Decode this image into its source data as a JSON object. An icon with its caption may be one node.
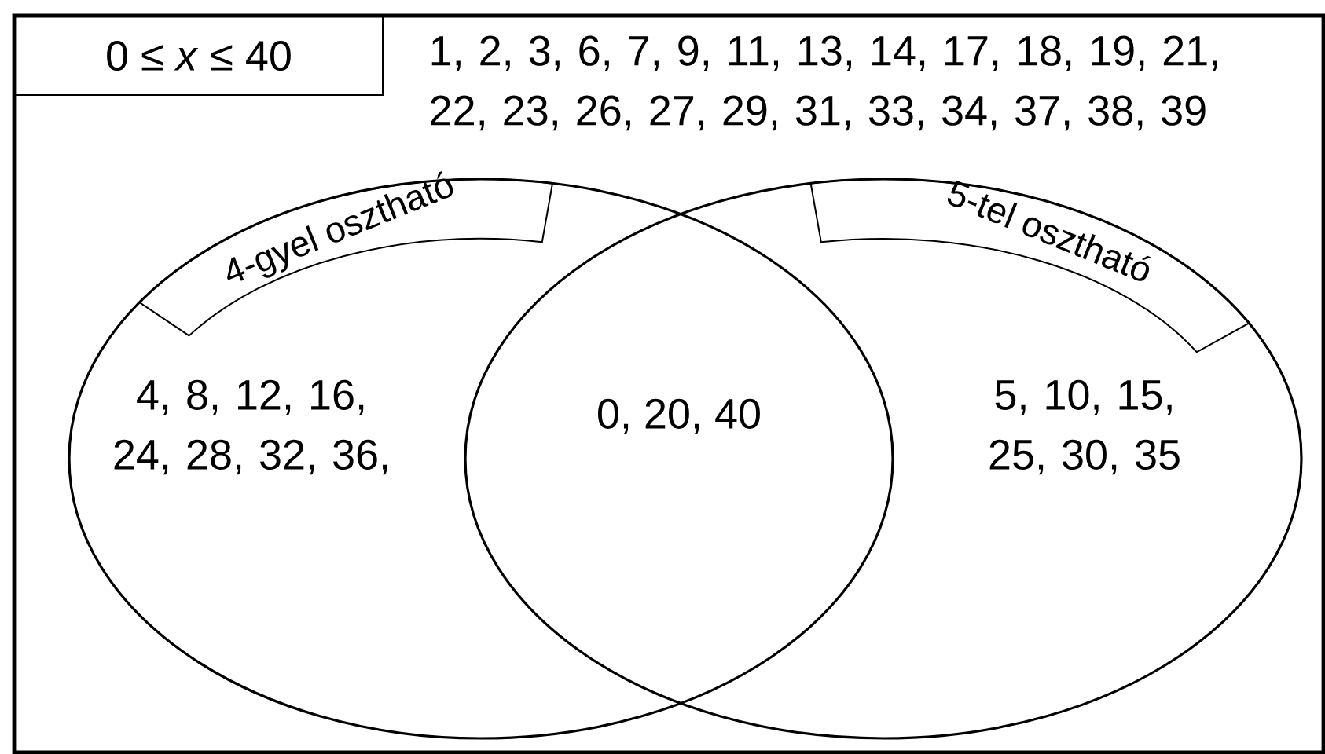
{
  "diagram": {
    "nodes": [
      {
        "text": [
          "1, 2, 3, 6, 7, 9, 11, 13, 14, 17, 18, 19, 21, 22, 23, 26, 27, 29, 31, 33, 34, 37, 38, 39"
        ]
      },
      {
        "text": [
          "0 ≤ *x* ≤ 40"
        ],
        "in": 0
      },
      {
        "text": [
          "4-gyel osztható",
          "4, 8, 12, 16, 24, 28, 32, 36,"
        ],
        "in": 0
      },
      {
        "text": [
          "5-tel osztható",
          "5, 10, 15, 25, 30, 35"
        ],
        "in": 0
      }
    ],
    "labels": [
      "0, 20, 40"
    ]
  }
}
